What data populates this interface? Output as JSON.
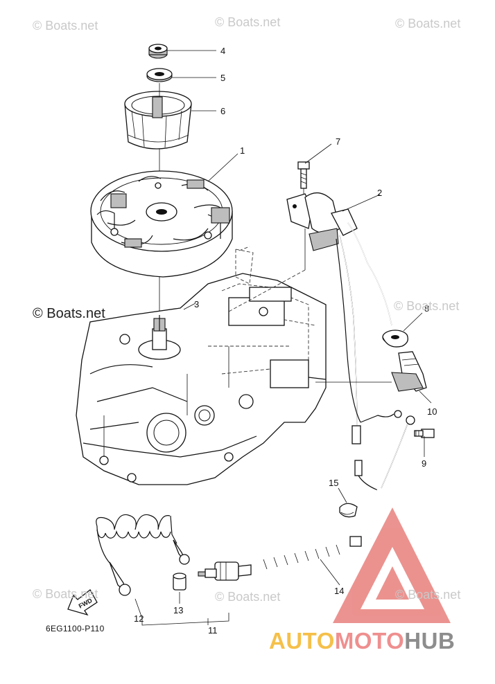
{
  "watermarks": {
    "w1": "© Boats.net",
    "w2": "© Boats.net",
    "w3": "© Boats.net",
    "w4": "© Boats.net",
    "w5": "© Boats.net",
    "w6": "© Boats.net",
    "w7": "© Boats.net",
    "w8": "© Boats.net"
  },
  "callouts": {
    "n1": "1",
    "n2": "2",
    "n3": "3",
    "n4": "4",
    "n5": "5",
    "n6": "6",
    "n7": "7",
    "n8": "8",
    "n9": "9",
    "n10": "10",
    "n11": "11",
    "n12": "12",
    "n13": "13",
    "n14": "14",
    "n15": "15"
  },
  "direction_marker": "FWD",
  "diagram_code": "6EG1100-P110",
  "brand": {
    "part1": "AUTO",
    "part2": "MOTO",
    "part3": "HUB"
  },
  "colors": {
    "brand_yellow": "#f5c04a",
    "brand_pink": "#ef8f8f",
    "brand_gray": "#8d8d8d",
    "logo_red": "#e8807c"
  }
}
